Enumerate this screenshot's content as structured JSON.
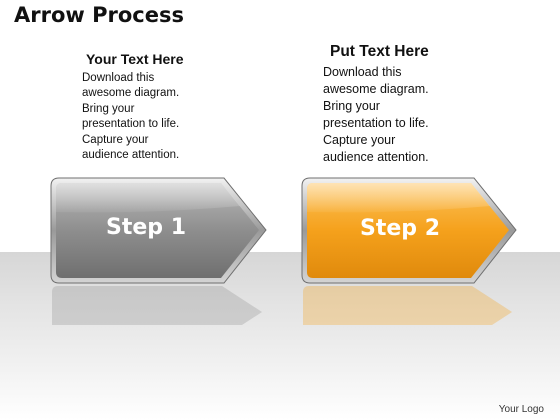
{
  "title": "Arrow Process",
  "steps": [
    {
      "label": "Step 1",
      "heading": "Your Text Here",
      "body": "Download this\nawesome diagram.\nBring your\npresentation to life.\nCapture your\naudience attention.",
      "color": "#8a8a8a"
    },
    {
      "label": "Step 2",
      "heading": "Put Text Here",
      "body": "Download this\nawesome diagram.\nBring your\npresentation to life.\nCapture your\naudience attention.",
      "color": "#f5a11c"
    }
  ],
  "footer": {
    "logo": "Your Logo"
  }
}
